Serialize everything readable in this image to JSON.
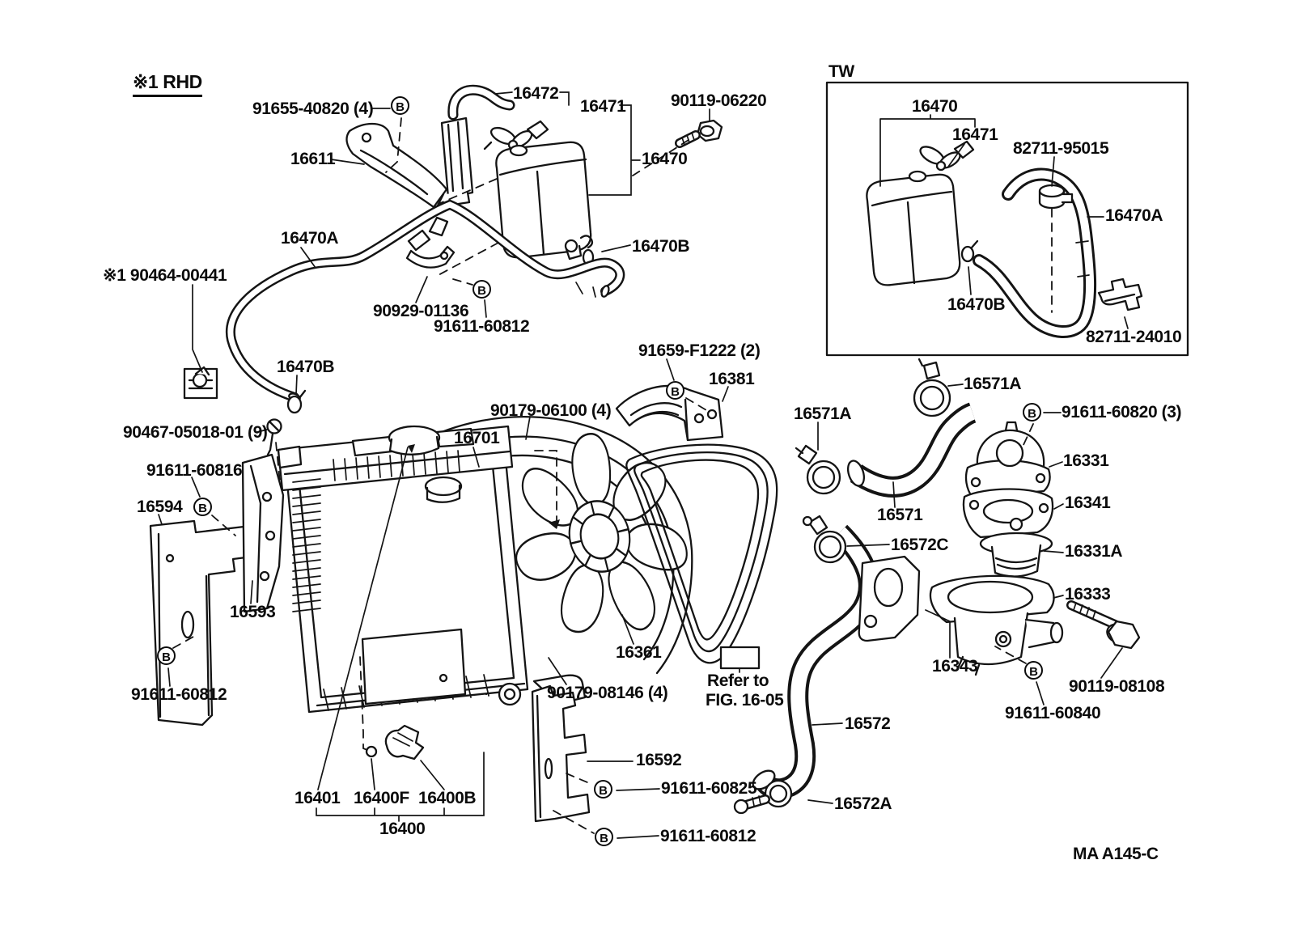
{
  "header": {
    "rhd_note": "※1 RHD"
  },
  "inset": {
    "title": "TW"
  },
  "footer": {
    "doc_code": "MA A145-C"
  },
  "notes": {
    "refer_line1": "Refer to",
    "refer_line2": "FIG. 16-05"
  },
  "markers": {
    "b": "B"
  },
  "labels": {
    "p91655_40820": "91655-40820 (4)",
    "p16472": "16472",
    "p16471": "16471",
    "p90119_06220": "90119-06220",
    "p16611": "16611",
    "p16470": "16470",
    "p16470b_tank": "16470B",
    "p16470a": "16470A",
    "p90464_00441": "※1 90464-00441",
    "p90929_01136": "90929-01136",
    "p91611_60812_hose": "91611-60812",
    "p16470b_hose": "16470B",
    "tw_16470": "16470",
    "tw_16471": "16471",
    "tw_82711_95015": "82711-95015",
    "tw_16470a": "16470A",
    "tw_16470b": "16470B",
    "tw_82711_24010": "82711-24010",
    "p91659_f1222": "91659-F1222 (2)",
    "p16381": "16381",
    "p90179_06100": "90179-06100 (4)",
    "p16701": "16701",
    "p16571a_left": "16571A",
    "p16571a_right": "16571A",
    "p91611_60820": "91611-60820 (3)",
    "p16331": "16331",
    "p16341": "16341",
    "p16571": "16571",
    "p16572c": "16572C",
    "p16331a": "16331A",
    "p16333": "16333",
    "p16343": "16343",
    "p90119_08108": "90119-08108",
    "p91611_60840": "91611-60840",
    "p90467_05018": "90467-05018-01 (9)",
    "p91611_60816": "91611-60816",
    "p16594": "16594",
    "p16593": "16593",
    "p91611_60812_bracket": "91611-60812",
    "p16361": "16361",
    "p90179_08146": "90179-08146 (4)",
    "p16401": "16401",
    "p16400f": "16400F",
    "p16400b": "16400B",
    "p16400": "16400",
    "p16592": "16592",
    "p91611_60825": "91611-60825",
    "p91611_60812_shield": "91611-60812",
    "p16572": "16572",
    "p16572a": "16572A"
  }
}
